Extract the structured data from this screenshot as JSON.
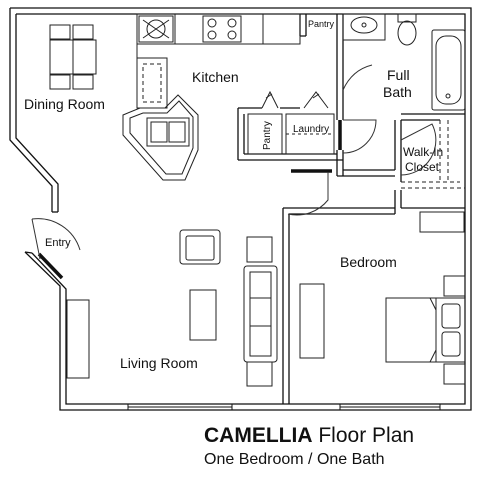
{
  "rooms": {
    "dining_room": "Dining Room",
    "kitchen": "Kitchen",
    "pantry_top": "Pantry",
    "pantry_side": "Pantry",
    "laundry": "Laundry",
    "full_bath_line1": "Full",
    "full_bath_line2": "Bath",
    "walk_in_closet_line1": "Walk-In",
    "walk_in_closet_line2": "Closet",
    "entry": "Entry",
    "bedroom": "Bedroom",
    "living_room": "Living Room"
  },
  "title": {
    "name": "CAMELLIA",
    "suffix": "Floor Plan",
    "subtitle": "One Bedroom / One Bath"
  },
  "colors": {
    "wall": "#111111",
    "wall_fill": "#ffffff",
    "line": "#222222"
  }
}
